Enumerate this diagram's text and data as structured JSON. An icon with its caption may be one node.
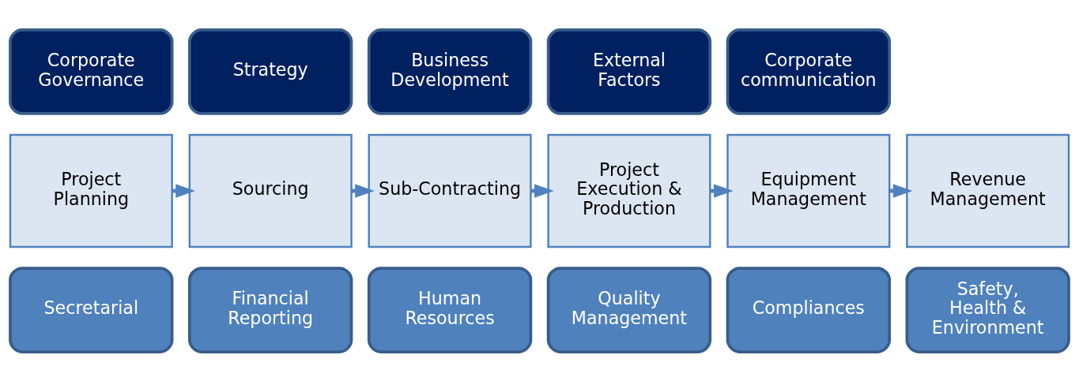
{
  "diagram": {
    "nodes": [
      {
        "text": [
          "Corporate Governance"
        ]
      },
      {
        "text": [
          "Strategy"
        ]
      },
      {
        "text": [
          "Business Development"
        ]
      },
      {
        "text": [
          "External Factors"
        ]
      },
      {
        "text": [
          "Corporate communication"
        ]
      },
      {
        "text": [
          "Project Planning"
        ]
      },
      {
        "text": [
          "Sourcing"
        ]
      },
      {
        "text": [
          "Sub-Contracting"
        ]
      },
      {
        "text": [
          "Project Execution & Production"
        ]
      },
      {
        "text": [
          "Equipment Management"
        ]
      },
      {
        "text": [
          "Revenue Management"
        ]
      },
      {
        "text": [
          "Secretarial"
        ]
      },
      {
        "text": [
          "Financial Reporting"
        ]
      },
      {
        "text": [
          "Human Resources"
        ]
      },
      {
        "text": [
          "Quality Management"
        ]
      },
      {
        "text": [
          "Compliances"
        ]
      },
      {
        "text": [
          "Safety, Health & Environment"
        ]
      }
    ],
    "edges": [
      {
        "from": 5,
        "to": 6,
        "arrow": "to"
      },
      {
        "from": 6,
        "to": 7,
        "arrow": "to"
      },
      {
        "from": 7,
        "to": 8,
        "arrow": "to"
      },
      {
        "from": 8,
        "to": 9,
        "arrow": "to"
      },
      {
        "from": 9,
        "to": 10,
        "arrow": "to"
      }
    ]
  }
}
